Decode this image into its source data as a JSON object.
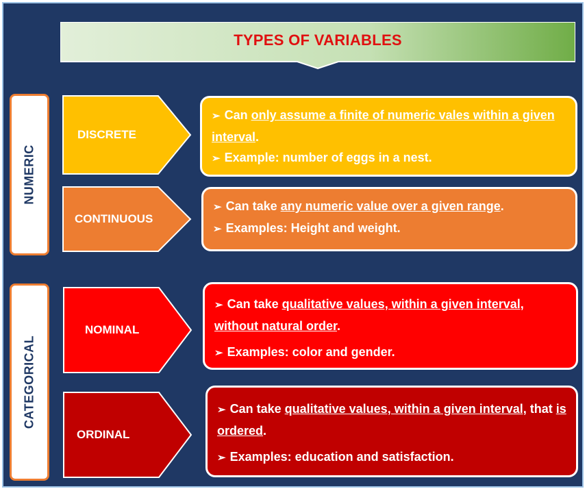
{
  "title": "TYPES OF VARIABLES",
  "colors": {
    "background": "#1f3864",
    "title_gradient_start": "#e2efd9",
    "title_gradient_end": "#70ad47",
    "title_text": "#e01010",
    "group_border": "#ed7d31",
    "group_text": "#1f3864",
    "discrete": "#ffc000",
    "continuous": "#ed7d31",
    "nominal": "#ff0000",
    "ordinal": "#c00000"
  },
  "bullet_icon": "arrowhead-bullet",
  "groups": [
    {
      "label": "NUMERIC"
    },
    {
      "label": "CATEGORICAL"
    }
  ],
  "types": {
    "discrete": {
      "label": "DISCRETE",
      "line1_pre": "Can ",
      "line1_u": "only assume a finite of numeric vales within a given interval",
      "line1_post": ".",
      "line2": "Example: number of eggs in a nest."
    },
    "continuous": {
      "label": "CONTINUOUS",
      "line1_pre": "Can take ",
      "line1_u": "any numeric value over a given range",
      "line1_post": ".",
      "line2": "Examples: Height and weight."
    },
    "nominal": {
      "label": "NOMINAL",
      "line1_pre": "Can take ",
      "line1_u": "qualitative values, within a given interval, without natural order",
      "line1_post": ".",
      "line2": "Examples: color and gender."
    },
    "ordinal": {
      "label": "ORDINAL",
      "line1_pre": "Can take ",
      "line1_u": "qualitative values, within a given interval,",
      "line1_mid": " that ",
      "line1_u2": "is ordered",
      "line1_post": ".",
      "line2": "Examples: education and satisfaction."
    }
  }
}
